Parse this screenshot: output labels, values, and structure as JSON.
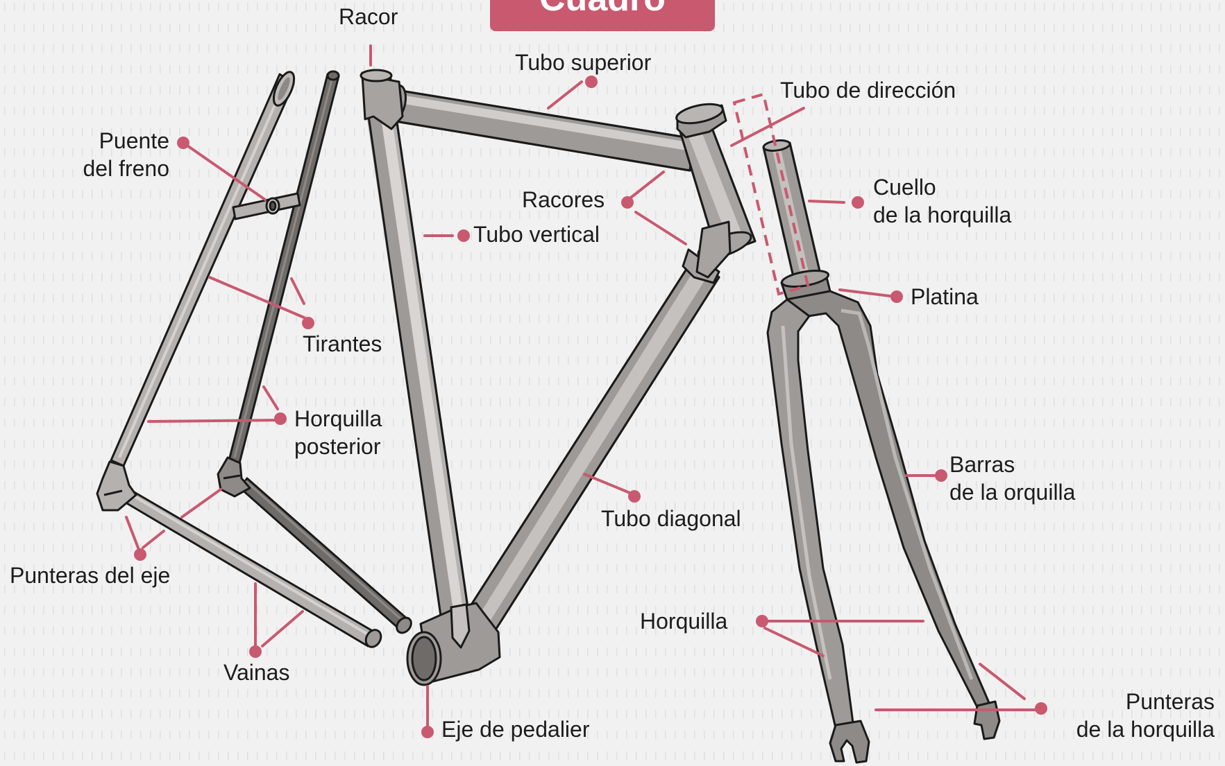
{
  "title": "Cuadro",
  "colors": {
    "accent": "#c9596f",
    "background": "#f1f1f1",
    "frame_light": "#c2bfbc",
    "frame_mid": "#9d9895",
    "frame_dark": "#6e6b69",
    "outline": "#1a1a1a"
  },
  "labels": {
    "racor": "Racor",
    "tubo_superior": "Tubo superior",
    "tubo_direccion": "Tubo de dirección",
    "puente_freno": [
      "Puente",
      "del freno"
    ],
    "cuello_horquilla": [
      "Cuello",
      "de la horquilla"
    ],
    "racores": "Racores",
    "tubo_vertical": "Tubo vertical",
    "platina": "Platina",
    "tirantes": "Tirantes",
    "horquilla_posterior": [
      "Horquilla",
      "posterior"
    ],
    "barras_orquilla": [
      "Barras",
      "de la orquilla"
    ],
    "tubo_diagonal": "Tubo diagonal",
    "punteras_eje": "Punteras del eje",
    "horquilla": "Horquilla",
    "vainas": "Vainas",
    "punteras_horquilla": [
      "Punteras",
      "de la horquilla"
    ],
    "eje_pedalier": "Eje de pedalier"
  }
}
